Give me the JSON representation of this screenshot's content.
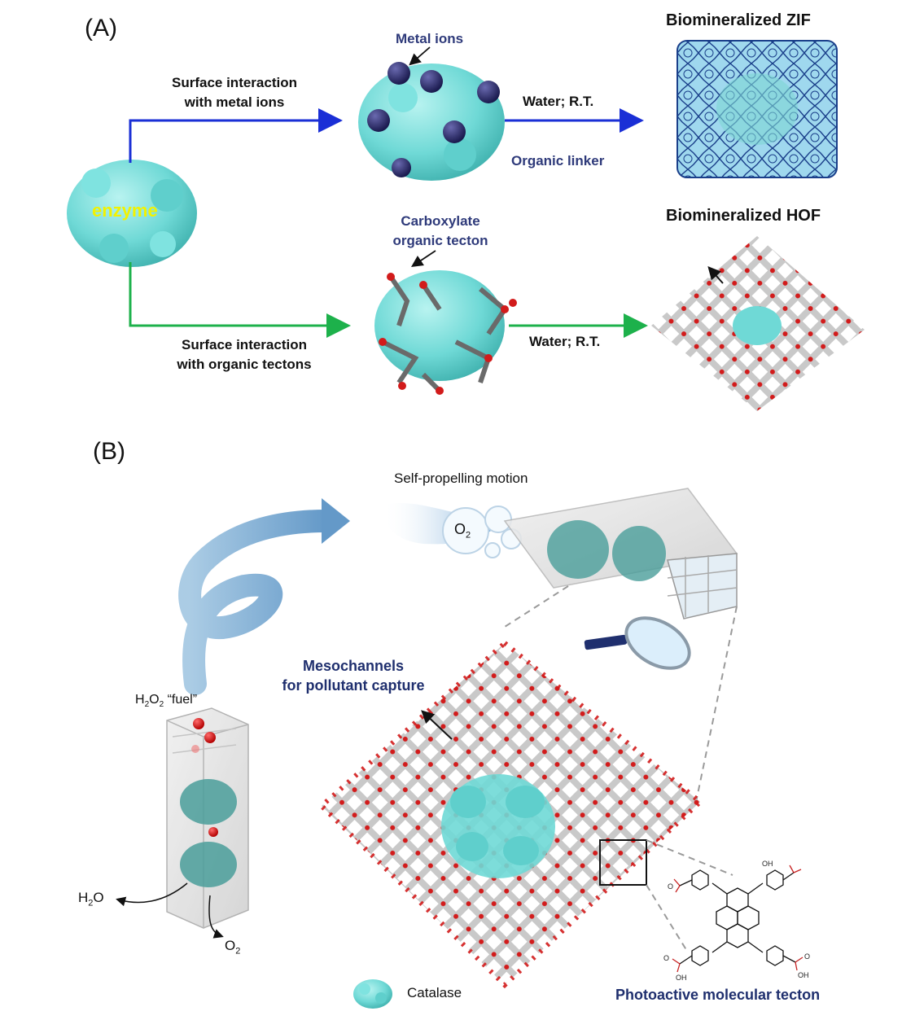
{
  "panel_a": {
    "label": "(A)",
    "enzyme_label": "enzyme",
    "metal_ions_label": "Metal ions",
    "top_route_label_line1": "Surface interaction",
    "top_route_label_line2": "with metal ions",
    "water_rt_top": "Water; R.T.",
    "organic_linker_label": "Organic linker",
    "zif_title": "Biomineralized ZIF",
    "carboxylate_line1": "Carboxylate",
    "carboxylate_line2": "organic tecton",
    "bottom_route_label_line1": "Surface interaction",
    "bottom_route_label_line2": "with organic tectons",
    "water_rt_bottom": "Water; R.T.",
    "hof_title": "Biomineralized HOF",
    "colors": {
      "blue_arrow": "#1a2fd6",
      "green_arrow": "#1db14b",
      "protein": "#6fd9d6",
      "metal_ion": "#2a2a66"
    }
  },
  "panel_b": {
    "label": "(B)",
    "motion_label": "Self-propelling motion",
    "o2_bubble": "O",
    "o2_bubble_sub": "2",
    "fuel_label_h": "H",
    "fuel_label_sub": "2",
    "fuel_label_o": "O",
    "fuel_label_sub2": "2",
    "fuel_label_rest": " “fuel”",
    "mesochannels_line1": "Mesochannels",
    "mesochannels_line2": "for pollutant capture",
    "h2o_label_h": "H",
    "h2o_label_sub": "2",
    "h2o_label_o": "O",
    "o2_out_label": "O",
    "o2_out_sub": "2",
    "catalase_legend": "Catalase",
    "photoactive_label": "Photoactive molecular tecton",
    "oh_label": "OH",
    "o_label": "O"
  }
}
